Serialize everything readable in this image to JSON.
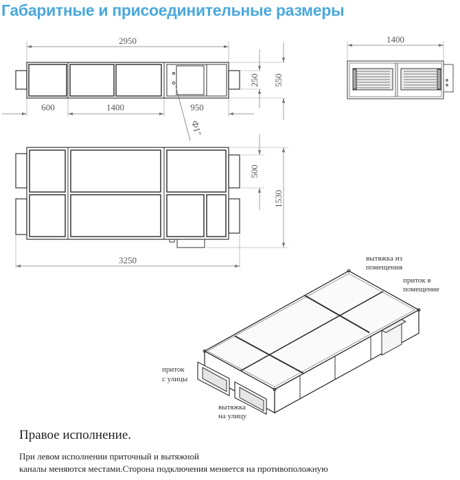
{
  "page": {
    "title": "Габаритные и присоединительные размеры",
    "title_color": "#4aa8dc"
  },
  "side_view": {
    "overall_length": "2950",
    "segments": [
      "600",
      "1400",
      "950"
    ],
    "duct_height": "250",
    "body_height": "550",
    "connection_label": "Ф1\""
  },
  "end_view": {
    "width": "1400"
  },
  "top_view": {
    "overall_length": "3250",
    "duct_width": "500",
    "overall_width": "1530"
  },
  "isometric_view": {
    "labels": {
      "exhaust_from_room": "вытяжка из помещения",
      "exhaust_from_room_line1": "вытяжка из",
      "exhaust_from_room_line2": "помещения",
      "supply_to_room_line1": "приток в",
      "supply_to_room_line2": "помещение",
      "supply_from_street_line1": "приток",
      "supply_from_street_line2": "с улицы",
      "exhaust_to_street_line1": "вытяжка",
      "exhaust_to_street_line2": "на улицу"
    }
  },
  "caption": {
    "heading": "Правое исполнение.",
    "note_line1": "При левом исполнении приточный и вытяжной",
    "note_line2": "каналы меняются местами.Сторона подключения меняется на противоположную"
  }
}
